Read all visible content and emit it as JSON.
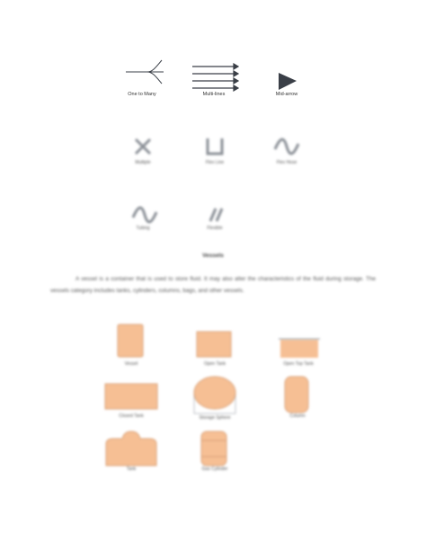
{
  "top_symbols": [
    {
      "name": "one-to-many",
      "caption": "One to Many"
    },
    {
      "name": "multi-lines",
      "caption": "Multi-lines"
    },
    {
      "name": "mid-arrow",
      "caption": "Mid-arrow"
    }
  ],
  "middle_symbols": [
    {
      "caption": "Multiple"
    },
    {
      "caption": "Flex Line"
    },
    {
      "caption": "Flex Hose"
    },
    {
      "caption": "Tubing"
    },
    {
      "caption": "Flexible"
    }
  ],
  "section": {
    "heading": "Vessels",
    "paragraph": "A vessel is a container that is used to store fluid. It may also alter the characteristics of the fluid during storage. The vessels category includes tanks, cylinders, columns, bags, and other vessels."
  },
  "vessels": [
    {
      "caption": "Vessel"
    },
    {
      "caption": "Open Tank"
    },
    {
      "caption": "Open Top Tank"
    },
    {
      "caption": "Closed Tank"
    },
    {
      "caption": "Storage Sphere"
    },
    {
      "caption": "Column"
    },
    {
      "caption": "Tank"
    },
    {
      "caption": "Gas Cylinder"
    }
  ],
  "colors": {
    "vessel_fill": "#f6bf94",
    "vessel_stroke": "#d9a27a",
    "line_dark": "#3a3f47",
    "symbol_gray": "#8a8f96"
  }
}
